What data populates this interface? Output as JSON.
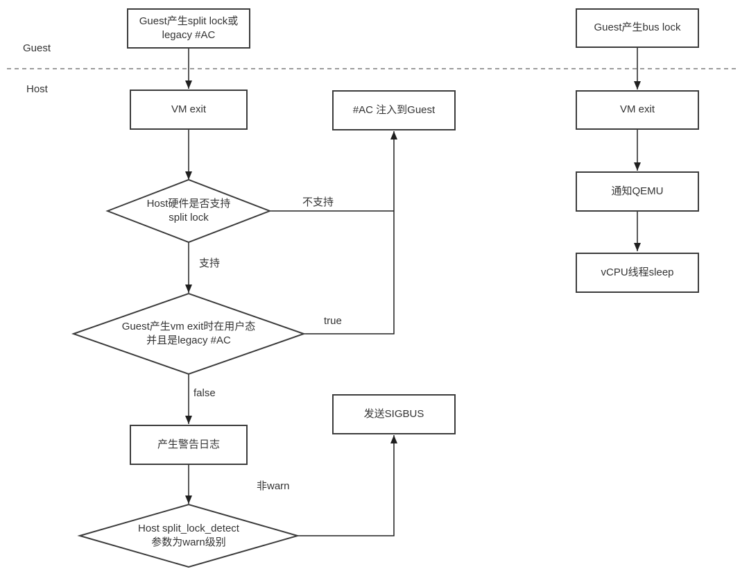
{
  "diagram": {
    "lanes": {
      "guest": "Guest",
      "host": "Host"
    },
    "colors": {
      "shape_stroke": "#3b3b3b",
      "connector_stroke": "#1f1f1f",
      "divider_stroke": "#7a7a7a",
      "text": "#333333",
      "background": "#ffffff"
    },
    "left_flow": {
      "guest_event": "Guest产生split lock或\nlegacy #AC",
      "vm_exit": "VM exit",
      "ac_inject": "#AC 注入到Guest",
      "hw_support_decision": "Host硬件是否支持\nsplit lock",
      "user_mode_decision": "Guest产生vm exit时在用户态\n并且是legacy #AC",
      "warn_log": "产生警告日志",
      "sigbus": "发送SIGBUS",
      "warn_level_decision": "Host split_lock_detect\n参数为warn级别",
      "labels": {
        "unsupported": "不支持",
        "supported": "支持",
        "true": "true",
        "false": "false",
        "not_warn": "非warn"
      }
    },
    "right_flow": {
      "guest_event": "Guest产生bus lock",
      "vm_exit": "VM exit",
      "notify_qemu": "通知QEMU",
      "vcpu_sleep": "vCPU线程sleep"
    }
  }
}
